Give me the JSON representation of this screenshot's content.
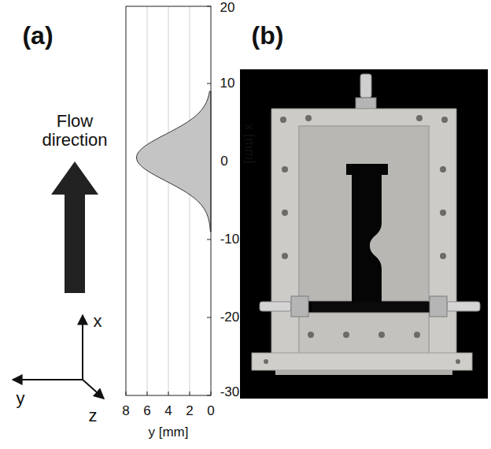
{
  "diagram": {
    "labels": [
      "(a)",
      "(b)",
      "Flow direction",
      "20",
      "10",
      "0",
      "-10",
      "-20",
      "-30",
      "x [mm]",
      "8",
      "6",
      "4",
      "2",
      "0",
      "y [mm]",
      "x",
      "y",
      "z"
    ]
  }
}
